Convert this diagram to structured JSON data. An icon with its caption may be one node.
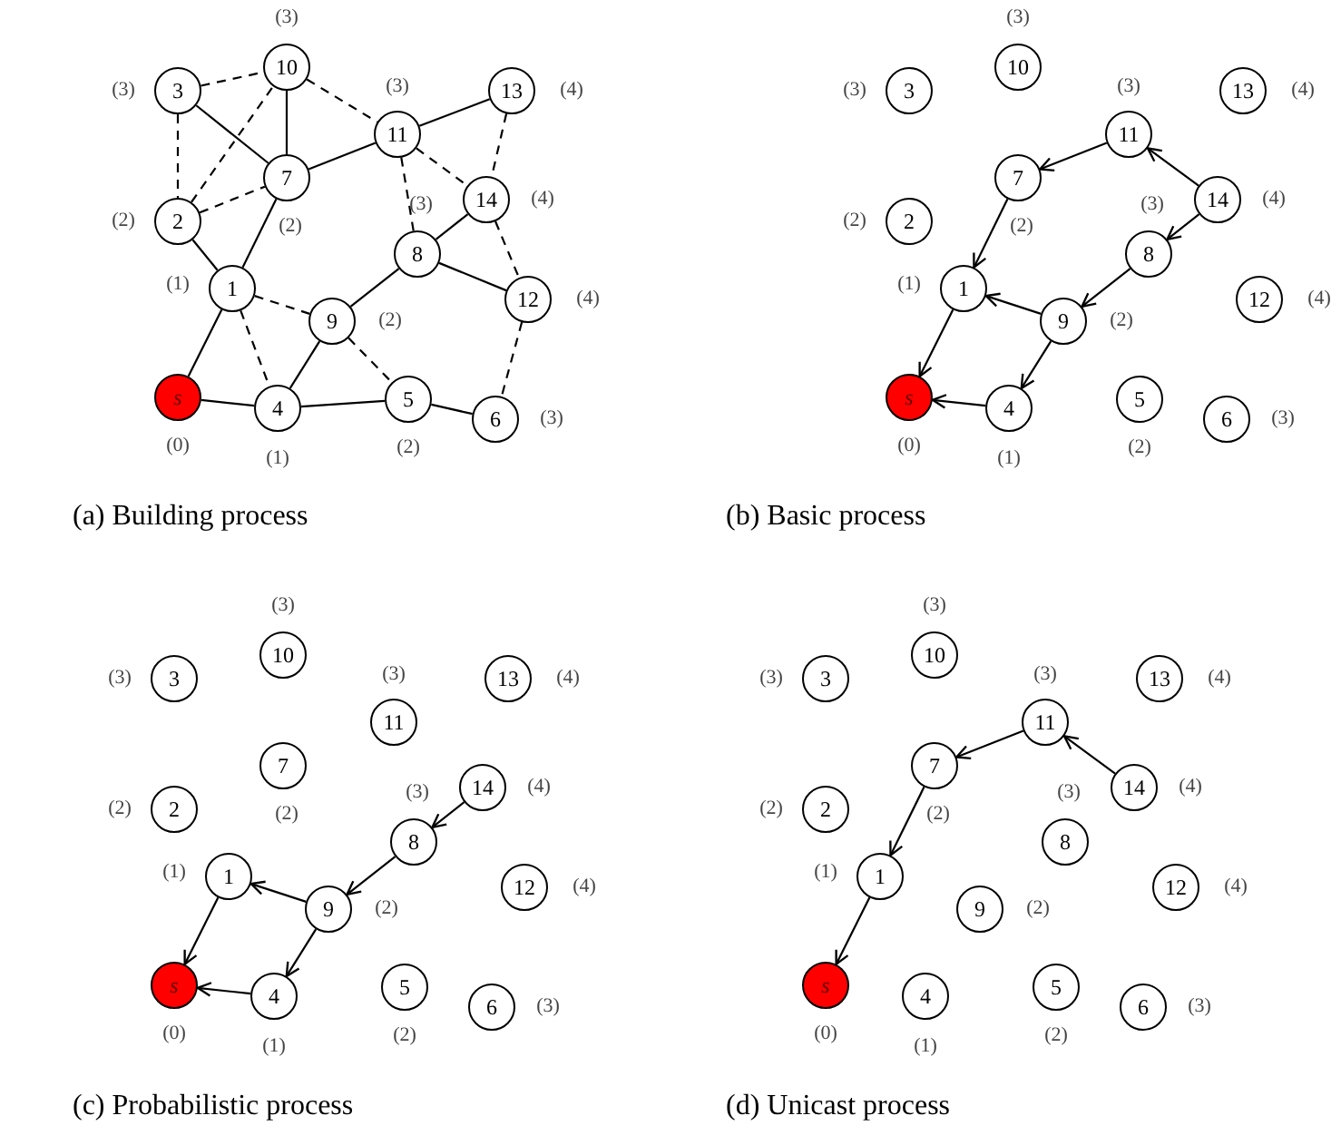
{
  "diagram": {
    "nodes": [
      {
        "text": [
          "s"
        ],
        "beside": [
          "(0)"
        ]
      },
      {
        "text": [
          "1"
        ],
        "beside": [
          "(1)"
        ]
      },
      {
        "text": [
          "2"
        ],
        "beside": [
          "(2)"
        ]
      },
      {
        "text": [
          "3"
        ],
        "beside": [
          "(3)"
        ]
      },
      {
        "text": [
          "4"
        ],
        "beside": [
          "(1)"
        ]
      },
      {
        "text": [
          "5"
        ],
        "beside": [
          "(2)"
        ]
      },
      {
        "text": [
          "6"
        ],
        "beside": [
          "(3)"
        ]
      },
      {
        "text": [
          "7"
        ],
        "beside": [
          "(2)"
        ]
      },
      {
        "text": [
          "8"
        ],
        "beside": [
          "(3)"
        ]
      },
      {
        "text": [
          "9"
        ],
        "beside": [
          "(2)"
        ]
      },
      {
        "text": [
          "10"
        ],
        "beside": [
          "(3)"
        ]
      },
      {
        "text": [
          "11"
        ],
        "beside": [
          "(3)"
        ]
      },
      {
        "text": [
          "12"
        ],
        "beside": [
          "(4)"
        ]
      },
      {
        "text": [
          "13"
        ],
        "beside": [
          "(4)"
        ]
      },
      {
        "text": [
          "14"
        ],
        "beside": [
          "(4)"
        ]
      },
      {
        "text": [
          "s"
        ],
        "beside": [
          "(0)"
        ]
      },
      {
        "text": [
          "1"
        ],
        "beside": [
          "(1)"
        ]
      },
      {
        "text": [
          "2"
        ],
        "beside": [
          "(2)"
        ]
      },
      {
        "text": [
          "3"
        ],
        "beside": [
          "(3)"
        ]
      },
      {
        "text": [
          "4"
        ],
        "beside": [
          "(1)"
        ]
      },
      {
        "text": [
          "5"
        ],
        "beside": [
          "(2)"
        ]
      },
      {
        "text": [
          "6"
        ],
        "beside": [
          "(3)"
        ]
      },
      {
        "text": [
          "7"
        ],
        "beside": [
          "(2)"
        ]
      },
      {
        "text": [
          "8"
        ],
        "beside": [
          "(3)"
        ]
      },
      {
        "text": [
          "9"
        ],
        "beside": [
          "(2)"
        ]
      },
      {
        "text": [
          "10"
        ],
        "beside": [
          "(3)"
        ]
      },
      {
        "text": [
          "11"
        ],
        "beside": [
          "(3)"
        ]
      },
      {
        "text": [
          "12"
        ],
        "beside": [
          "(4)"
        ]
      },
      {
        "text": [
          "13"
        ],
        "beside": [
          "(4)"
        ]
      },
      {
        "text": [
          "14"
        ],
        "beside": [
          "(4)"
        ]
      },
      {
        "text": [
          "s"
        ],
        "beside": [
          "(0)"
        ]
      },
      {
        "text": [
          "1"
        ],
        "beside": [
          "(1)"
        ]
      },
      {
        "text": [
          "2"
        ],
        "beside": [
          "(2)"
        ]
      },
      {
        "text": [
          "3"
        ],
        "beside": [
          "(3)"
        ]
      },
      {
        "text": [
          "4"
        ],
        "beside": [
          "(1)"
        ]
      },
      {
        "text": [
          "5"
        ],
        "beside": [
          "(2)"
        ]
      },
      {
        "text": [
          "6"
        ],
        "beside": [
          "(3)"
        ]
      },
      {
        "text": [
          "7"
        ],
        "beside": [
          "(2)"
        ]
      },
      {
        "text": [
          "8"
        ],
        "beside": [
          "(3)"
        ]
      },
      {
        "text": [
          "9"
        ],
        "beside": [
          "(2)"
        ]
      },
      {
        "text": [
          "10"
        ],
        "beside": [
          "(3)"
        ]
      },
      {
        "text": [
          "11"
        ],
        "beside": [
          "(3)"
        ]
      },
      {
        "text": [
          "12"
        ],
        "beside": [
          "(4)"
        ]
      },
      {
        "text": [
          "13"
        ],
        "beside": [
          "(4)"
        ]
      },
      {
        "text": [
          "14"
        ],
        "beside": [
          "(4)"
        ]
      },
      {
        "text": [
          "s"
        ],
        "beside": [
          "(0)"
        ]
      },
      {
        "text": [
          "1"
        ],
        "beside": [
          "(1)"
        ]
      },
      {
        "text": [
          "2"
        ],
        "beside": [
          "(2)"
        ]
      },
      {
        "text": [
          "3"
        ],
        "beside": [
          "(3)"
        ]
      },
      {
        "text": [
          "4"
        ],
        "beside": [
          "(1)"
        ]
      },
      {
        "text": [
          "5"
        ],
        "beside": [
          "(2)"
        ]
      },
      {
        "text": [
          "6"
        ],
        "beside": [
          "(3)"
        ]
      },
      {
        "text": [
          "7"
        ],
        "beside": [
          "(2)"
        ]
      },
      {
        "text": [
          "8"
        ],
        "beside": [
          "(3)"
        ]
      },
      {
        "text": [
          "9"
        ],
        "beside": [
          "(2)"
        ]
      },
      {
        "text": [
          "10"
        ],
        "beside": [
          "(3)"
        ]
      },
      {
        "text": [
          "11"
        ],
        "beside": [
          "(3)"
        ]
      },
      {
        "text": [
          "12"
        ],
        "beside": [
          "(4)"
        ]
      },
      {
        "text": [
          "13"
        ],
        "beside": [
          "(4)"
        ]
      },
      {
        "text": [
          "14"
        ],
        "beside": [
          "(4)"
        ]
      }
    ],
    "edges": [
      {
        "from": 0,
        "to": 1,
        "arrow": "none"
      },
      {
        "from": 0,
        "to": 4,
        "arrow": "none"
      },
      {
        "from": 4,
        "to": 5,
        "arrow": "none"
      },
      {
        "from": 5,
        "to": 6,
        "arrow": "none"
      },
      {
        "from": 4,
        "to": 9,
        "arrow": "none"
      },
      {
        "from": 9,
        "to": 8,
        "arrow": "none"
      },
      {
        "from": 8,
        "to": 12,
        "arrow": "none"
      },
      {
        "from": 8,
        "to": 14,
        "arrow": "none"
      },
      {
        "from": 1,
        "to": 2,
        "arrow": "none"
      },
      {
        "from": 1,
        "to": 7,
        "arrow": "none"
      },
      {
        "from": 7,
        "to": 3,
        "arrow": "none"
      },
      {
        "from": 7,
        "to": 10,
        "arrow": "none"
      },
      {
        "from": 7,
        "to": 11,
        "arrow": "none"
      },
      {
        "from": 11,
        "to": 13,
        "arrow": "none"
      },
      {
        "from": 3,
        "to": 10,
        "arrow": "none",
        "style": "dashed"
      },
      {
        "from": 3,
        "to": 2,
        "arrow": "none",
        "style": "dashed"
      },
      {
        "from": 2,
        "to": 10,
        "arrow": "none",
        "style": "dashed"
      },
      {
        "from": 2,
        "to": 7,
        "arrow": "none",
        "style": "dashed"
      },
      {
        "from": 10,
        "to": 11,
        "arrow": "none",
        "style": "dashed"
      },
      {
        "from": 11,
        "to": 8,
        "arrow": "none",
        "style": "dashed"
      },
      {
        "from": 11,
        "to": 14,
        "arrow": "none",
        "style": "dashed"
      },
      {
        "from": 13,
        "to": 14,
        "arrow": "none",
        "style": "dashed"
      },
      {
        "from": 14,
        "to": 12,
        "arrow": "none",
        "style": "dashed"
      },
      {
        "from": 12,
        "to": 6,
        "arrow": "none",
        "style": "dashed"
      },
      {
        "from": 1,
        "to": 9,
        "arrow": "none",
        "style": "dashed"
      },
      {
        "from": 1,
        "to": 4,
        "arrow": "none",
        "style": "dashed"
      },
      {
        "from": 9,
        "to": 5,
        "arrow": "none",
        "style": "dashed"
      },
      {
        "from": 26,
        "to": 22,
        "arrow": "to"
      },
      {
        "from": 22,
        "to": 16,
        "arrow": "to"
      },
      {
        "from": 16,
        "to": 15,
        "arrow": "to"
      },
      {
        "from": 29,
        "to": 26,
        "arrow": "to"
      },
      {
        "from": 29,
        "to": 23,
        "arrow": "to"
      },
      {
        "from": 23,
        "to": 24,
        "arrow": "to"
      },
      {
        "from": 24,
        "to": 16,
        "arrow": "to"
      },
      {
        "from": 24,
        "to": 19,
        "arrow": "to"
      },
      {
        "from": 19,
        "to": 15,
        "arrow": "to"
      },
      {
        "from": 44,
        "to": 38,
        "arrow": "to"
      },
      {
        "from": 38,
        "to": 39,
        "arrow": "to"
      },
      {
        "from": 39,
        "to": 31,
        "arrow": "to"
      },
      {
        "from": 39,
        "to": 34,
        "arrow": "to"
      },
      {
        "from": 31,
        "to": 30,
        "arrow": "to"
      },
      {
        "from": 34,
        "to": 30,
        "arrow": "to"
      },
      {
        "from": 59,
        "to": 56,
        "arrow": "to"
      },
      {
        "from": 56,
        "to": 52,
        "arrow": "to"
      },
      {
        "from": 52,
        "to": 46,
        "arrow": "to"
      },
      {
        "from": 46,
        "to": 45,
        "arrow": "to"
      }
    ],
    "labels": [
      "(a) Building process",
      "(b) Basic process",
      "(c) Probabilistic process",
      "(d) Unicast process"
    ]
  }
}
